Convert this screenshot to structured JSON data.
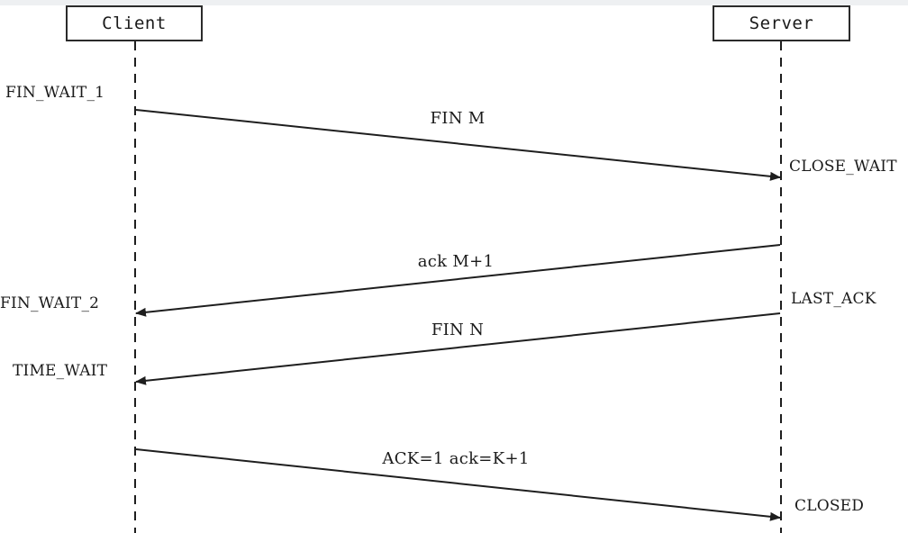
{
  "participants": {
    "client": "Client",
    "server": "Server"
  },
  "client_states": {
    "fin_wait_1": "FIN_WAIT_1",
    "fin_wait_2": "FIN_WAIT_2",
    "time_wait": "TIME_WAIT"
  },
  "server_states": {
    "close_wait": "CLOSE_WAIT",
    "last_ack": "LAST_ACK",
    "closed": "CLOSED"
  },
  "messages": {
    "fin_m": "FIN M",
    "ack_m1": "ack M+1",
    "fin_n": "FIN N",
    "ack_k1": "ACK=1 ack=K+1"
  },
  "colors": {
    "line": "#1e1e1e",
    "box_border": "#2b2b2b"
  }
}
